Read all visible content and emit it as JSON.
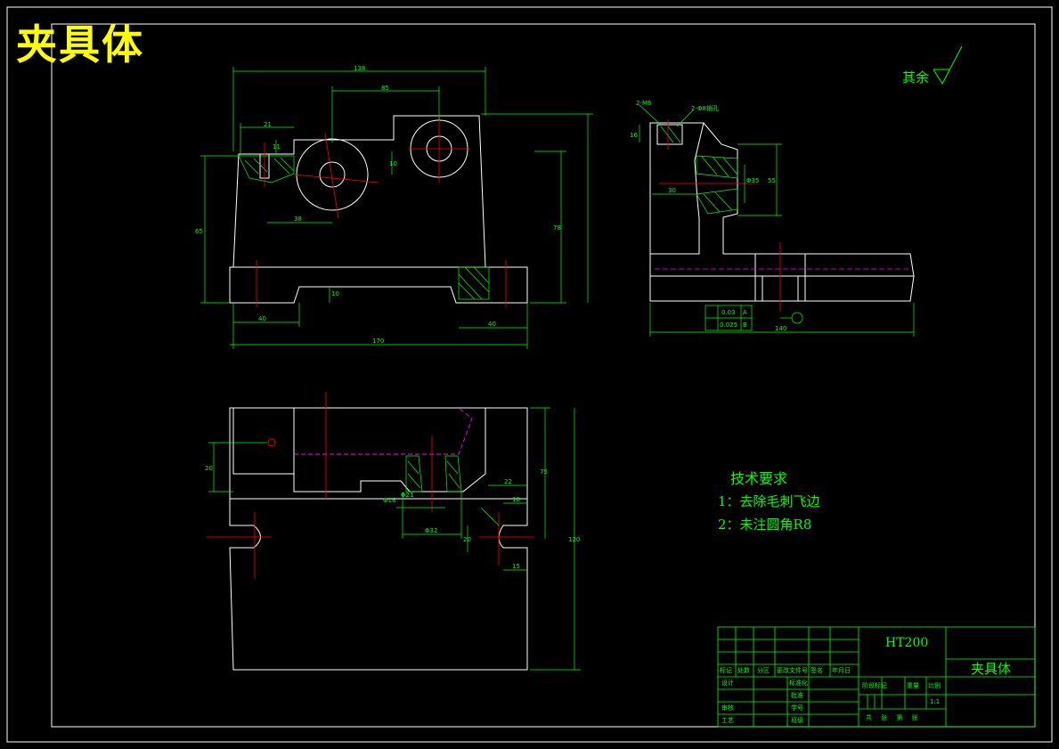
{
  "title": "夹具体",
  "surface_note": "其余",
  "tech_requirements": {
    "heading": "技术要求",
    "items": [
      "1：去除毛刺飞边",
      "2：未注圆角R8"
    ]
  },
  "title_block": {
    "material": "HT200",
    "part_name": "夹具体",
    "row_labels": [
      "标记",
      "处数",
      "分区",
      "更改文件号",
      "签名",
      "年月日"
    ],
    "left_labels": [
      "设计",
      "审核",
      "工艺"
    ],
    "mid_labels": [
      "标准化",
      "批准",
      "学号",
      "班级"
    ],
    "stage_labels": [
      "阶段标记",
      "重量",
      "比例"
    ],
    "scale": "1:1",
    "sheet": "共 张 第 张"
  },
  "dimensions": {
    "front": [
      "138",
      "85",
      "21",
      "11",
      "10",
      "38",
      "65",
      "78",
      "40",
      "10",
      "170",
      "40"
    ],
    "side": [
      "2-M6",
      "2-Φ8销孔",
      "16",
      "30",
      "Φ35",
      "55",
      "140",
      "0.03",
      "A",
      "0.025",
      "B"
    ],
    "top": [
      "20",
      "75",
      "120",
      "Φ16",
      "Φ21",
      "Φ32",
      "22",
      "18",
      "20",
      "15"
    ]
  },
  "colors": {
    "background": "#000000",
    "lines": "#ffffff",
    "dimensions": "#00ff00",
    "centerlines": "#ff0000",
    "hidden": "#ff00ff",
    "title_text": "#ffff00"
  }
}
